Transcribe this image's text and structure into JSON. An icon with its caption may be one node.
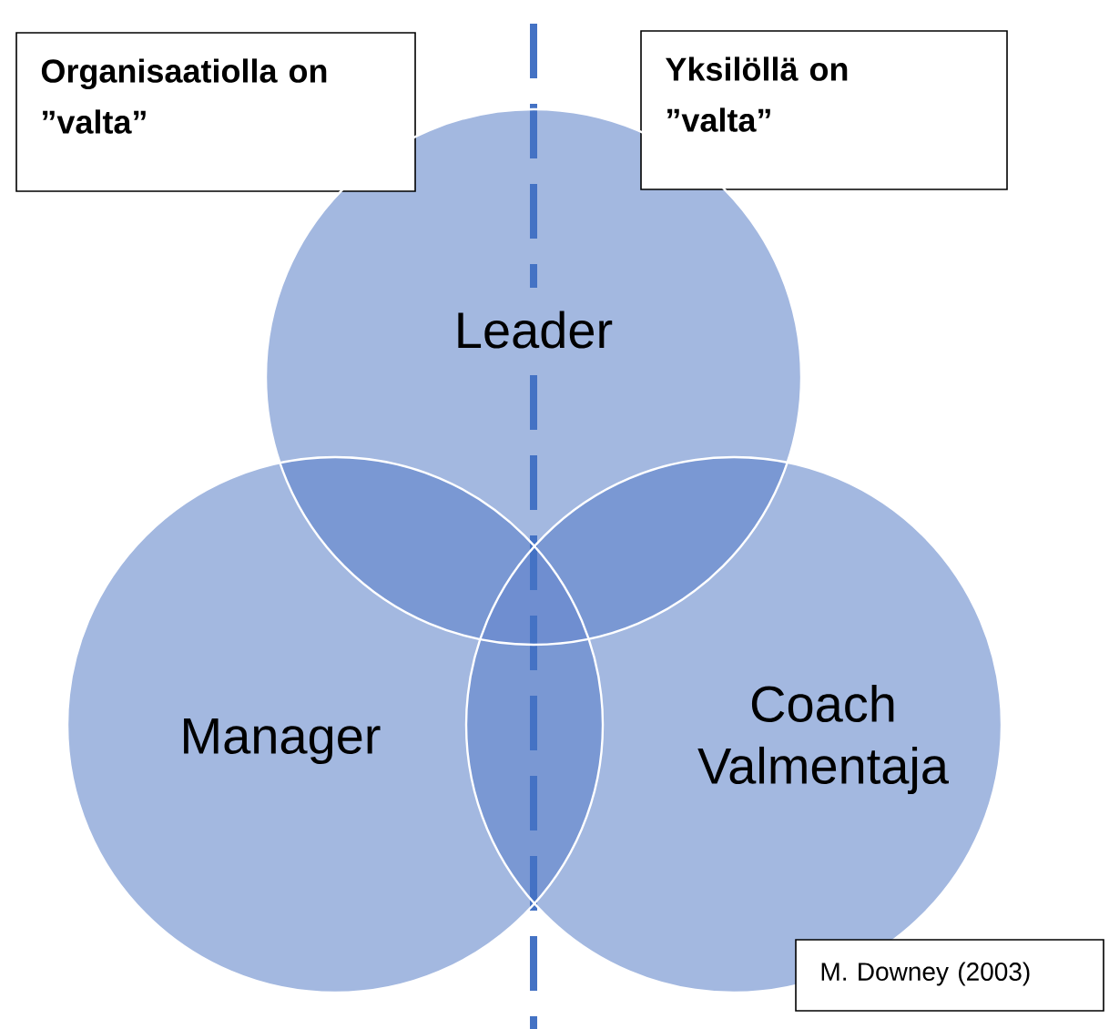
{
  "diagram": {
    "nodes": [
      {
        "text": [
          "Organisaatiolla on ”valta”"
        ]
      },
      {
        "text": [
          "Yksilöllä on ”valta”"
        ]
      },
      {
        "text": [
          "Leader"
        ]
      },
      {
        "text": [
          "Manager"
        ]
      },
      {
        "text": [
          "Coach Valmentaja"
        ]
      },
      {
        "text": [
          "M. Downey (2003)"
        ]
      }
    ]
  }
}
